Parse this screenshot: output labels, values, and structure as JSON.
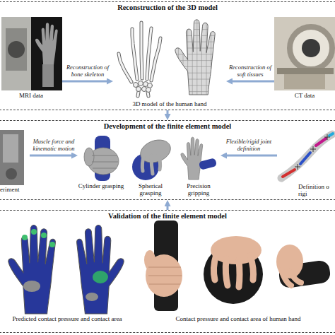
{
  "diagram": {
    "nodes": [
      {
        "text": [
          "Reconstruction of the 3D model"
        ]
      },
      {
        "text": [
          "MRI data"
        ],
        "in": 0
      },
      {
        "text": [
          "3D model of the human hand"
        ],
        "in": 0
      },
      {
        "text": [
          "CT data"
        ],
        "in": 0
      },
      {
        "text": [
          "Development of the finite element model"
        ]
      },
      {
        "text": [
          "eriment"
        ],
        "in": 4
      },
      {
        "text": [
          "Cylinder grasping"
        ],
        "in": 4
      },
      {
        "text": [
          "Spherical grasping"
        ],
        "in": 4
      },
      {
        "text": [
          "Precision gripping"
        ],
        "in": 4
      },
      {
        "text": [
          "Definition o rigi"
        ],
        "in": 4
      },
      {
        "text": [
          "Validation of the finite element model"
        ]
      },
      {
        "text": [
          "Predicted contact pressure and contact area"
        ],
        "in": 10
      },
      {
        "text": [
          "Contact pressure and contact area of human hand"
        ],
        "in": 10
      }
    ],
    "edges": [
      {
        "from": 1,
        "to": 2,
        "label": "Reconstruction of bone skeleton",
        "arrow": "to"
      },
      {
        "from": 3,
        "to": 2,
        "label": "Reconstruction of soft tissues",
        "arrow": "to"
      },
      {
        "from": 0,
        "to": 4,
        "arrow": "to"
      },
      {
        "from": 5,
        "to": 6,
        "label": "Muscle force and kinematic motion",
        "arrow": "to"
      },
      {
        "from": 9,
        "to": 8,
        "label": "Flexible/rigid joint definition",
        "arrow": "to"
      },
      {
        "from": 10,
        "to": 4,
        "arrow": "to"
      }
    ]
  }
}
